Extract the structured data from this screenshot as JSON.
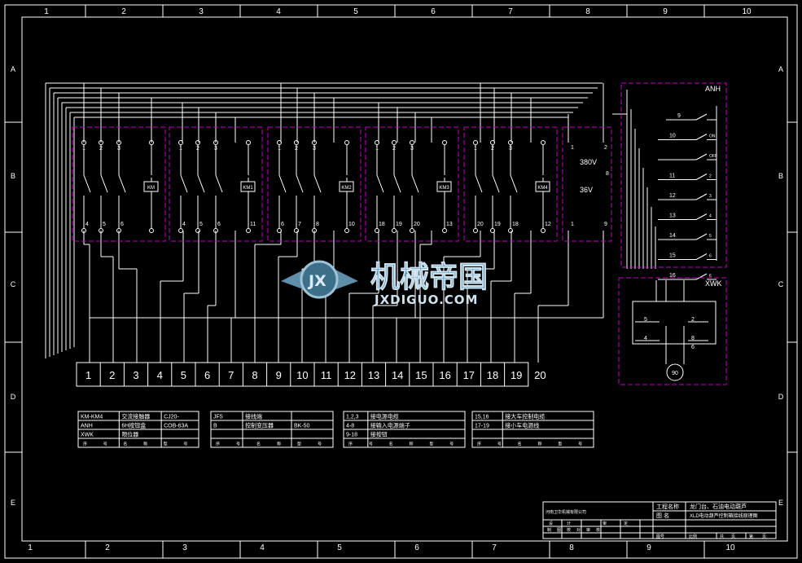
{
  "border": {
    "cols": [
      "1",
      "2",
      "3",
      "4",
      "5",
      "6",
      "7",
      "8",
      "9",
      "10"
    ],
    "rows": [
      "A",
      "B",
      "C",
      "D",
      "E"
    ]
  },
  "groups": [
    {
      "label": "KM",
      "top": [
        "1",
        "2",
        "3",
        ""
      ],
      "bottom": [
        "4",
        "5",
        "6",
        ""
      ]
    },
    {
      "label": "KM1",
      "top": [
        "1",
        "2",
        "3",
        ""
      ],
      "bottom": [
        "4",
        "5",
        "6",
        "11"
      ]
    },
    {
      "label": "KM2",
      "top": [
        "1",
        "2",
        "3",
        ""
      ],
      "bottom": [
        "6",
        "7",
        "8",
        "10"
      ]
    },
    {
      "label": "KM3",
      "top": [
        "1",
        "2",
        "3",
        ""
      ],
      "bottom": [
        "18",
        "19",
        "20",
        "13"
      ]
    },
    {
      "label": "KM4",
      "top": [
        "1",
        "2",
        "3",
        ""
      ],
      "bottom": [
        "20",
        "19",
        "18",
        "12"
      ]
    }
  ],
  "transformer": {
    "top": [
      "1",
      "2"
    ],
    "bottom": [
      "1",
      "9"
    ],
    "primary": "380V",
    "secondary": "36V",
    "side": "8"
  },
  "anh": {
    "title": "ANH",
    "rows": [
      {
        "num": "9",
        "label": ""
      },
      {
        "num": "10",
        "label": "ON"
      },
      {
        "num": "",
        "label": "OFF"
      },
      {
        "num": "11",
        "label": "2"
      },
      {
        "num": "12",
        "label": "3"
      },
      {
        "num": "13",
        "label": "4"
      },
      {
        "num": "14",
        "label": "5"
      },
      {
        "num": "15",
        "label": "6"
      },
      {
        "num": "16",
        "label": "6"
      }
    ]
  },
  "xwk": {
    "title": "XWK",
    "nums": [
      "5",
      "2",
      "4",
      "8",
      "6"
    ],
    "angle": "90"
  },
  "terminals": [
    "1",
    "2",
    "3",
    "4",
    "5",
    "6",
    "7",
    "8",
    "9",
    "10",
    "11",
    "12",
    "13",
    "14",
    "15",
    "16",
    "17",
    "18",
    "19",
    "20"
  ],
  "legend": [
    {
      "rows": [
        [
          "KM-KM4",
          "交流接触器",
          "CJ20-"
        ],
        [
          "ANH",
          "6H按钮盒",
          "COB-63A"
        ],
        [
          "XWK",
          "限位器",
          ""
        ]
      ],
      "footer": [
        "序",
        "号",
        "名",
        "称",
        "型",
        "号"
      ]
    },
    {
      "rows": [
        [
          "JF5",
          "接线端",
          ""
        ],
        [
          "B",
          "控制变压器",
          "BK-50"
        ],
        [
          "",
          "",
          ""
        ]
      ],
      "footer": [
        "序",
        "号",
        "名",
        "称",
        "型",
        "号"
      ]
    },
    {
      "rows": [
        [
          "1,2,3",
          "接电源电缆"
        ],
        [
          "4-8",
          "接输入电源端子"
        ],
        [
          "9-18",
          "接按钮"
        ]
      ],
      "footer": [
        "序",
        "号",
        "名",
        "称",
        "型",
        "号"
      ]
    },
    {
      "rows": [
        [
          "15,16",
          "接大车控制电缆"
        ],
        [
          "17-19",
          "接小车电源线"
        ],
        [
          "",
          ""
        ]
      ],
      "footer": [
        "序",
        "号",
        "名",
        "称",
        "型",
        "号"
      ]
    }
  ],
  "watermark": {
    "title": "机械帝国",
    "url": "JXDIGUO.COM",
    "badge": "JX"
  },
  "titleblock": {
    "company": "河南卫华机械有限公司",
    "project_label": "工程名称",
    "project": "龙门台、石油电动葫芦",
    "drawing_label": "图  名",
    "drawing": "XLD电动葫芦控制箱接线原理图",
    "row1": [
      "设",
      "计",
      "",
      "审",
      "定"
    ],
    "row2": [
      "制",
      "图",
      "校",
      "对",
      "审",
      "核"
    ],
    "row3": [
      "图号",
      "",
      "比例",
      "",
      "共",
      "页",
      "第",
      "页"
    ]
  }
}
